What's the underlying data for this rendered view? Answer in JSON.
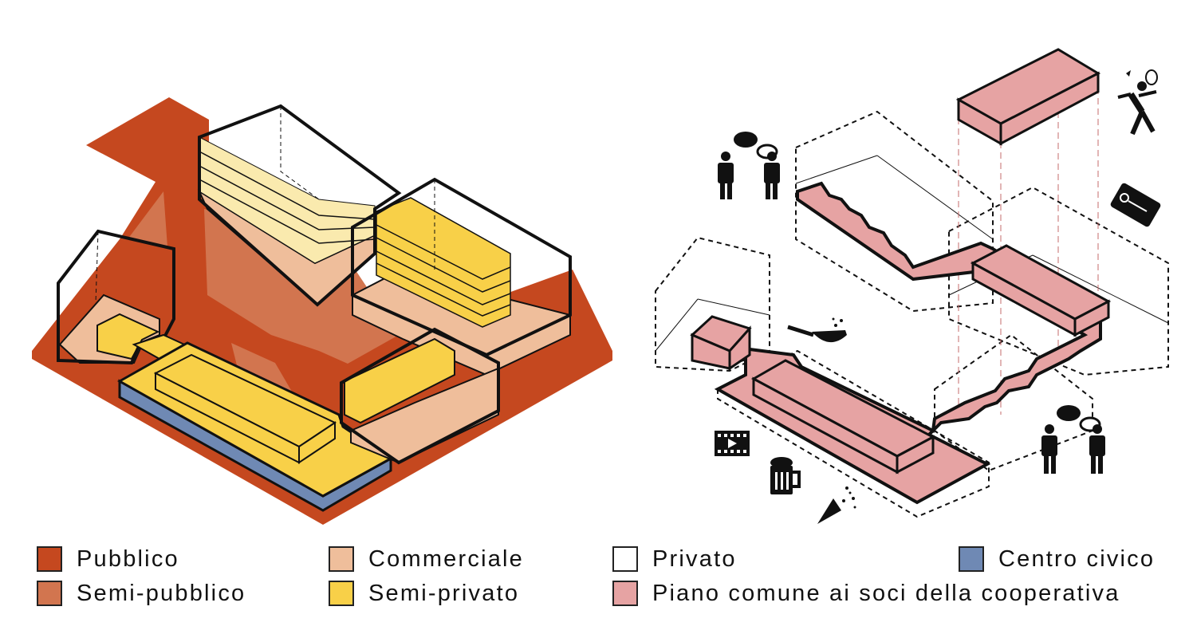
{
  "colors": {
    "pubblico": "#c5481f",
    "semi_pubblico": "#d2754f",
    "commerciale": "#efbe9b",
    "semi_privato": "#f8d048",
    "semi_privato_light": "#faeaae",
    "privato": "#ffffff",
    "centro_civico": "#6f89b4",
    "piano_comune": "#e6a3a3",
    "outline": "#111111"
  },
  "icons": {
    "people_talking": "people-talking-icon",
    "badminton": "badminton-player-icon",
    "yoga": "yoga-mat-icon",
    "cooking": "frying-pan-icon",
    "cinema": "film-strip-icon",
    "beer": "beer-mug-icon",
    "party": "party-popper-icon"
  },
  "legend": {
    "pubblico": "Pubblico",
    "semi_pubblico": "Semi-pubblico",
    "commerciale": "Commerciale",
    "semi_privato": "Semi-privato",
    "privato": "Privato",
    "piano_comune": "Piano comune ai soci della cooperativa",
    "centro_civico": "Centro civico"
  }
}
